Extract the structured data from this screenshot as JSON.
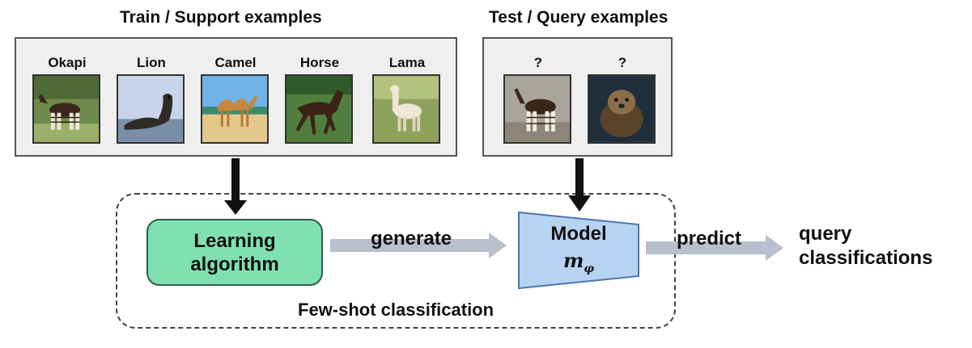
{
  "support": {
    "title": "Train / Support examples",
    "items": [
      {
        "label": "Okapi",
        "icon": "okapi-image"
      },
      {
        "label": "Lion",
        "icon": "sea-lion-image"
      },
      {
        "label": "Camel",
        "icon": "camel-image"
      },
      {
        "label": "Horse",
        "icon": "horse-image"
      },
      {
        "label": "Lama",
        "icon": "llama-image"
      }
    ]
  },
  "query": {
    "title": "Test / Query examples",
    "items": [
      {
        "label": "?",
        "icon": "okapi-image"
      },
      {
        "label": "?",
        "icon": "otter-image"
      }
    ]
  },
  "pipeline": {
    "learning_line1": "Learning",
    "learning_line2": "algorithm",
    "generate": "generate",
    "model_title": "Model",
    "model_symbol": "m",
    "model_subscript": "φ",
    "predict": "predict",
    "output_line1": "query",
    "output_line2": "classifications",
    "frame_label": "Few-shot classification"
  },
  "colors": {
    "learning_box": "#7fe0b2",
    "model_box": "#b7d3f2",
    "arrow_gray": "#b7c0cc"
  }
}
